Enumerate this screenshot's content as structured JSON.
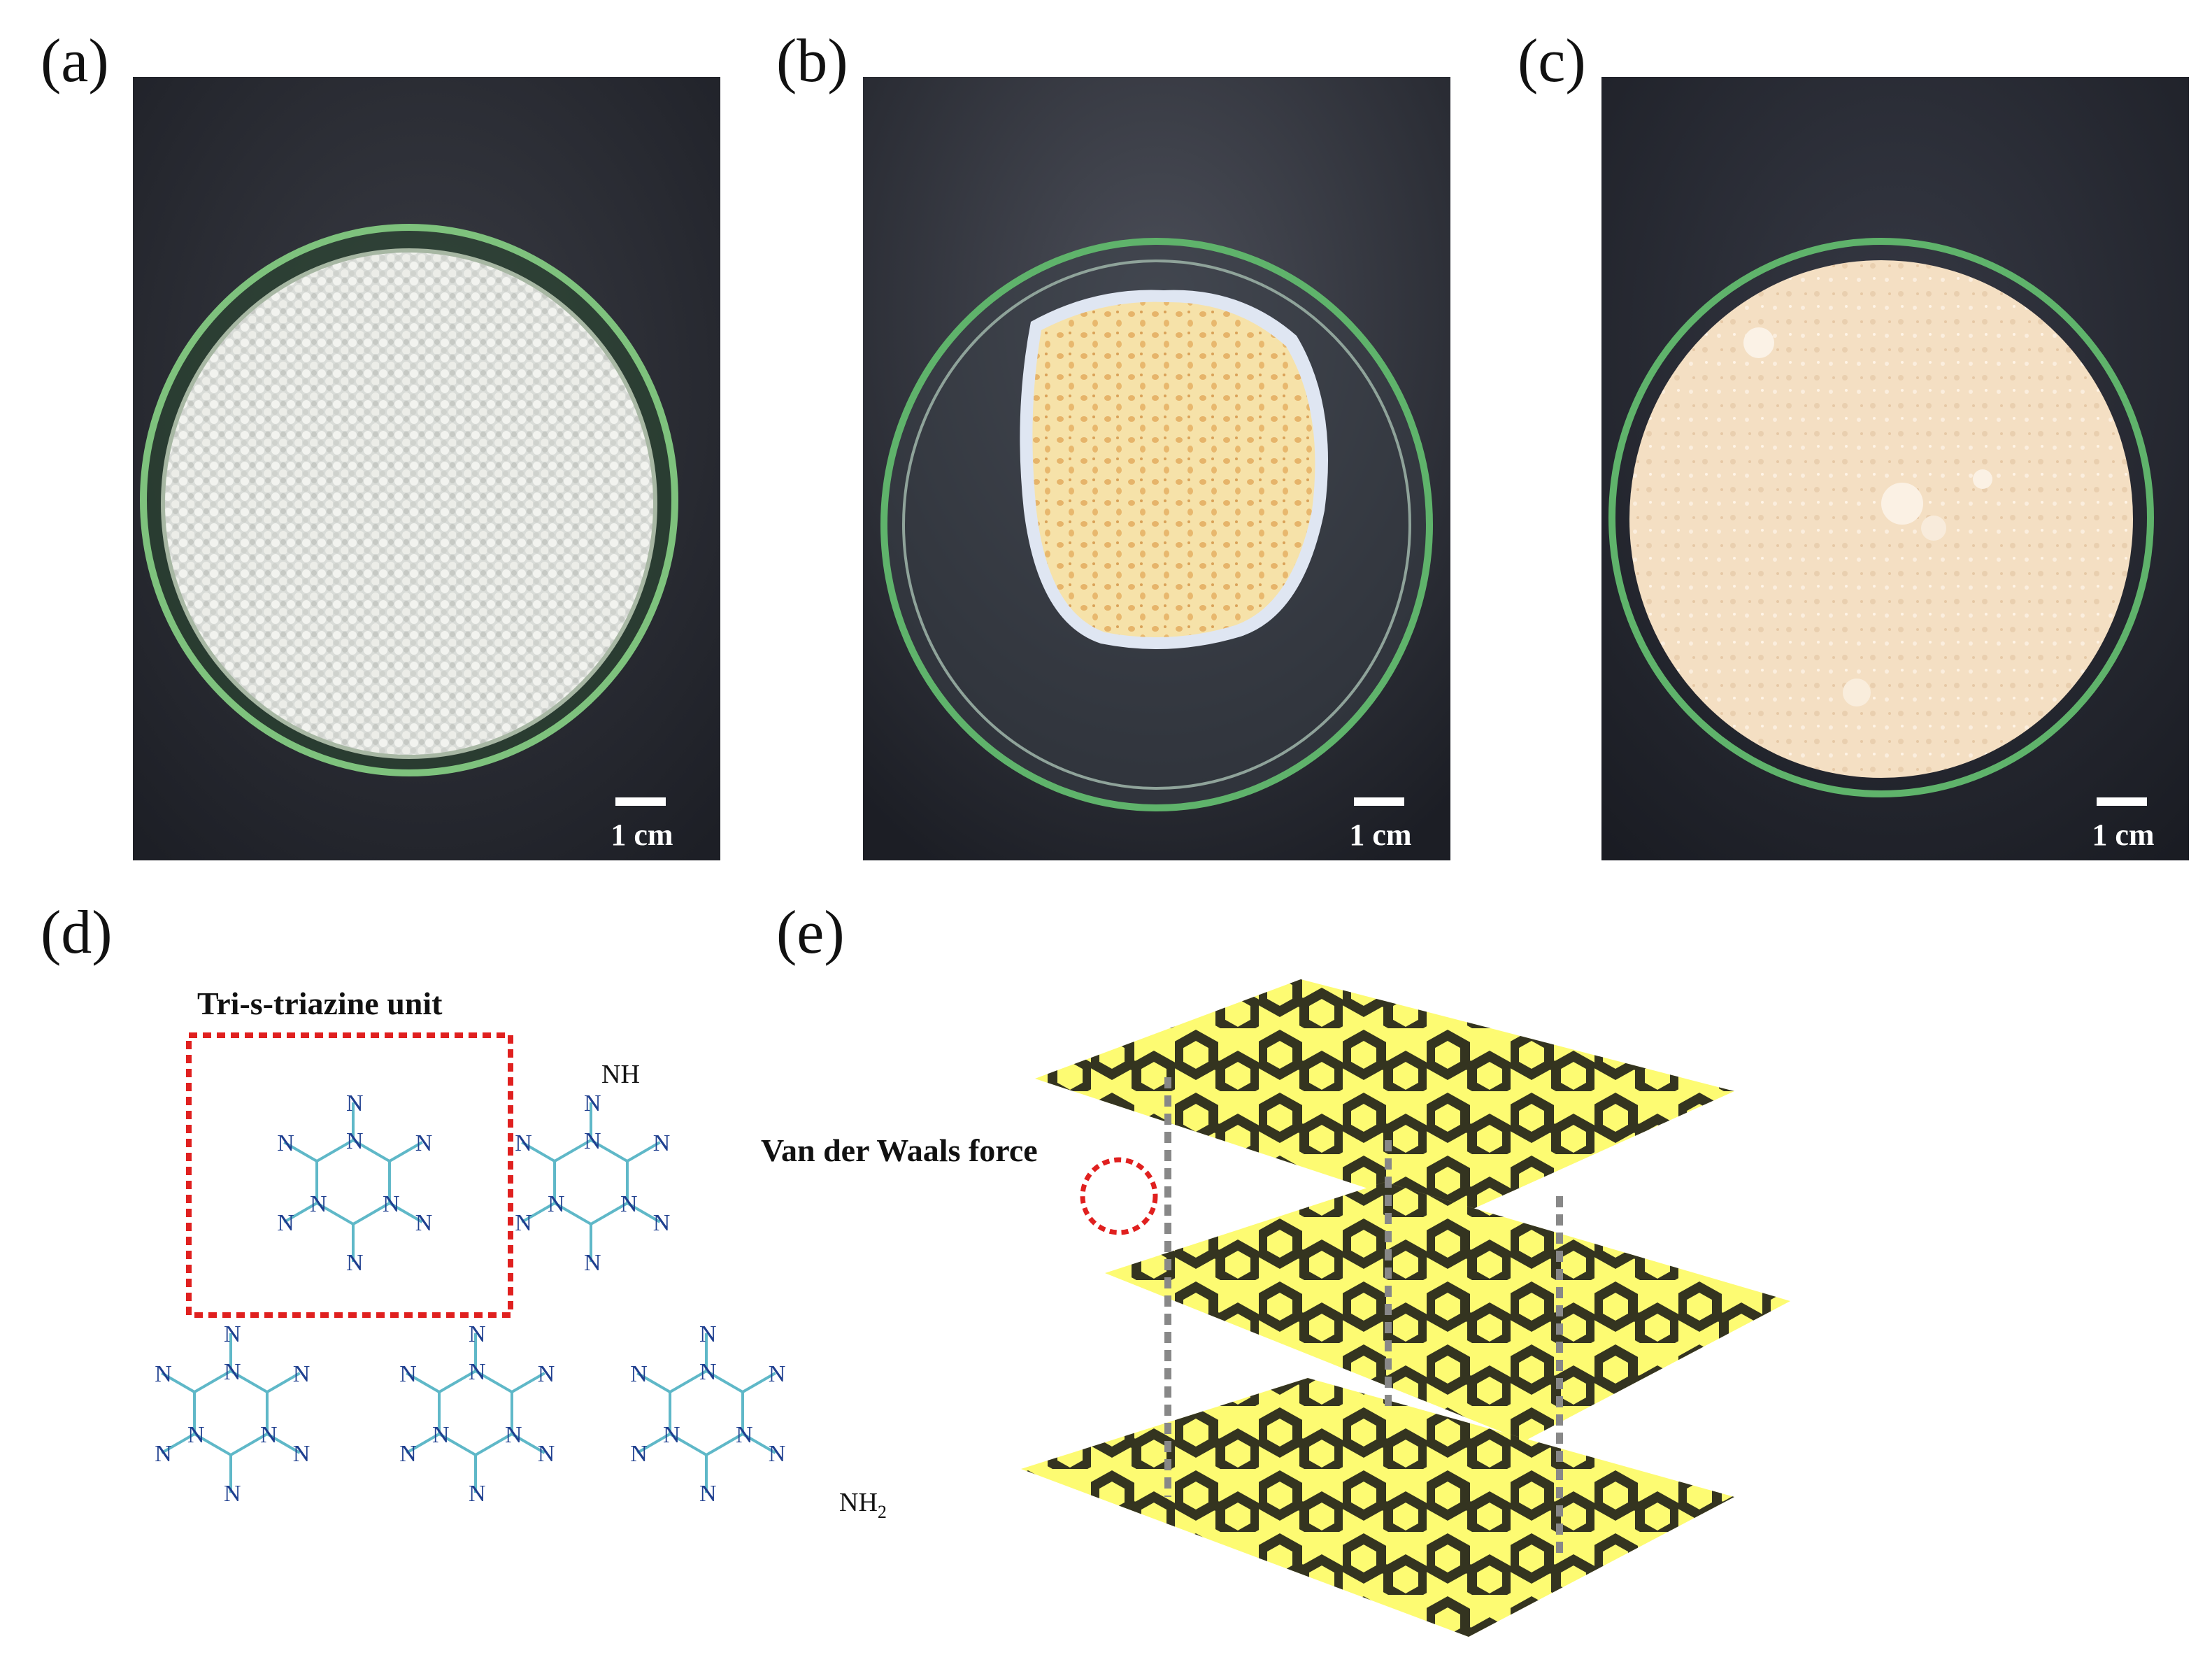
{
  "panels": {
    "a": {
      "label": "(a)",
      "scale": "1 cm"
    },
    "b": {
      "label": "(b)",
      "scale": "1 cm"
    },
    "c": {
      "label": "(c)",
      "scale": "1 cm"
    },
    "d": {
      "label": "(d)",
      "title": "Tri-s-triazine unit"
    },
    "e": {
      "label": "(e)",
      "annotation": "Van der Waals force"
    }
  },
  "structure_atoms": {
    "n": "N",
    "nh": "NH",
    "nh2": "NH",
    "nh2_sub": "2"
  },
  "colors": {
    "photo_bg": "#23252d",
    "sheet": "#fdfb72",
    "highlight": "#e0201f",
    "atom_n": "#1f3f8f",
    "bond": "#5fb8c8"
  }
}
